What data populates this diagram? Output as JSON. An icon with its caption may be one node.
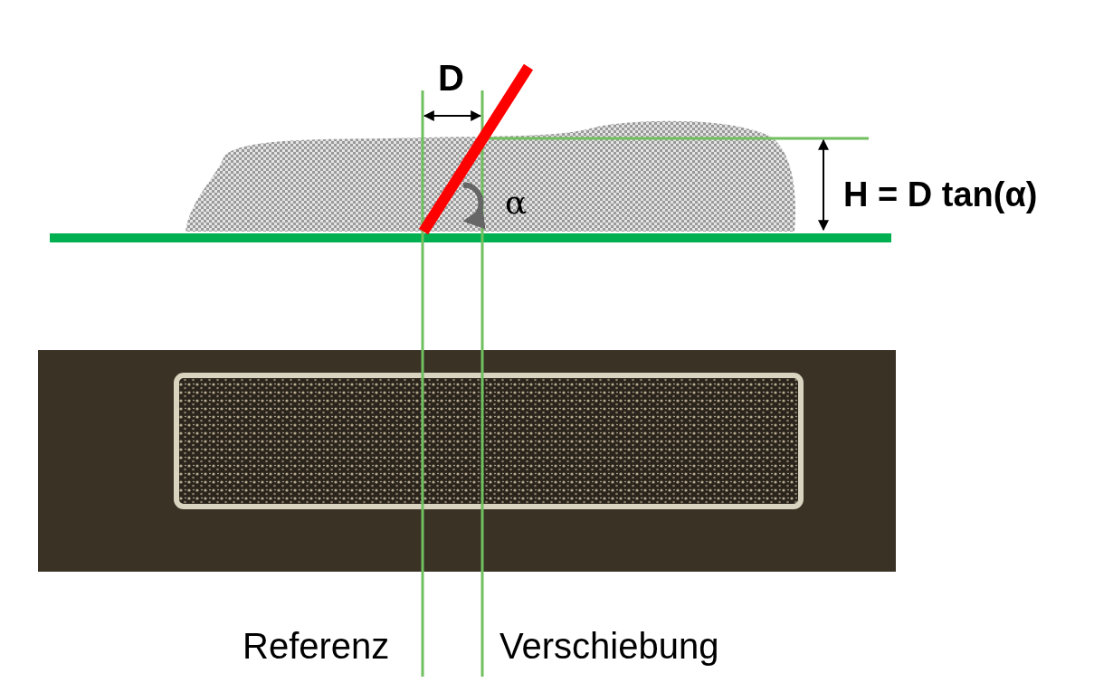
{
  "diagram": {
    "labels": [
      "D",
      "H = D tan(α)",
      "α",
      "Referenz",
      "Verschiebung"
    ]
  }
}
